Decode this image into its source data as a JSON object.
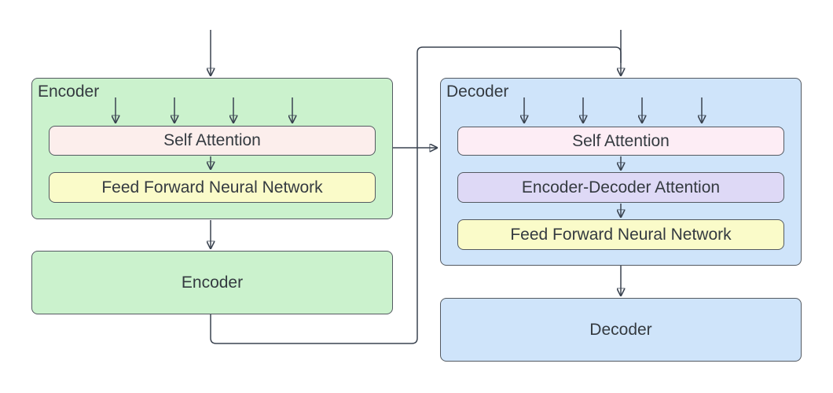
{
  "encoder": {
    "label": "Encoder",
    "blocks": {
      "self_attention": "Self Attention",
      "feed_forward": "Feed Forward Neural Network"
    },
    "stack_label": "Encoder"
  },
  "decoder": {
    "label": "Decoder",
    "blocks": {
      "self_attention": "Self Attention",
      "encoder_decoder_attention": "Encoder-Decoder Attention",
      "feed_forward": "Feed Forward Neural Network"
    },
    "stack_label": "Decoder"
  },
  "colors": {
    "background": "#ffffff",
    "encoder_fill": "#cbf2cd",
    "decoder_fill": "#cfe4fa",
    "encoder_self_attention_fill": "#fceeec",
    "decoder_self_attention_fill": "#fdedf5",
    "encoder_decoder_attention_fill": "#ded9f6",
    "feed_forward_fill": "#fafbc9",
    "shape_border": "#545a61",
    "connector": "#3a4350",
    "text": "#343a40"
  }
}
